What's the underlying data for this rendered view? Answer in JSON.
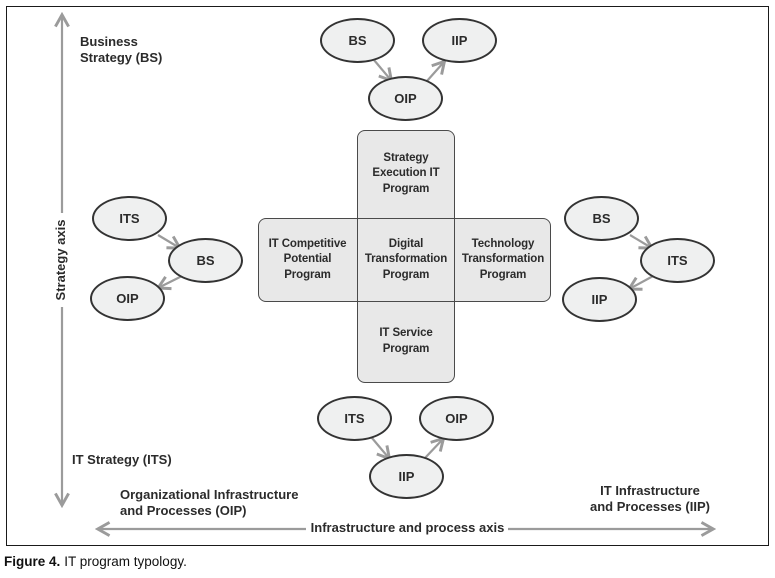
{
  "colors": {
    "ellipse_fill": "#eff0f0",
    "box_fill": "#e8e8e8",
    "shape_border": "#4a4a4a",
    "ellipse_border": "#333333",
    "arrow_gray": "#9b9b9b",
    "text": "#2b2b2b"
  },
  "axes": {
    "strategy_axis_label": "Strategy axis",
    "infrastructure_axis_label": "Infrastructure and process axis",
    "business_strategy_label": "Business\nStrategy (BS)",
    "it_strategy_label": "IT Strategy (ITS)",
    "oip_label": "Organizational Infrastructure\nand Processes (OIP)",
    "iip_label": "IT Infrastructure\nand Processes (IIP)"
  },
  "programs": {
    "strategy_execution": "Strategy\nExecution IT\nProgram",
    "it_competitive": "IT Competitive\nPotential\nProgram",
    "digital_transformation": "Digital\nTransformation\nProgram",
    "technology_transformation": "Technology\nTransformation\nProgram",
    "it_service": "IT Service\nProgram"
  },
  "clusters": {
    "top": {
      "bs": "BS",
      "iip": "IIP",
      "oip": "OIP"
    },
    "left": {
      "its": "ITS",
      "bs": "BS",
      "oip": "OIP"
    },
    "right": {
      "bs": "BS",
      "its": "ITS",
      "iip": "IIP"
    },
    "bottom": {
      "its": "ITS",
      "oip": "OIP",
      "iip": "IIP"
    }
  },
  "caption": {
    "label": "Figure 4.",
    "text": "IT program typology."
  }
}
